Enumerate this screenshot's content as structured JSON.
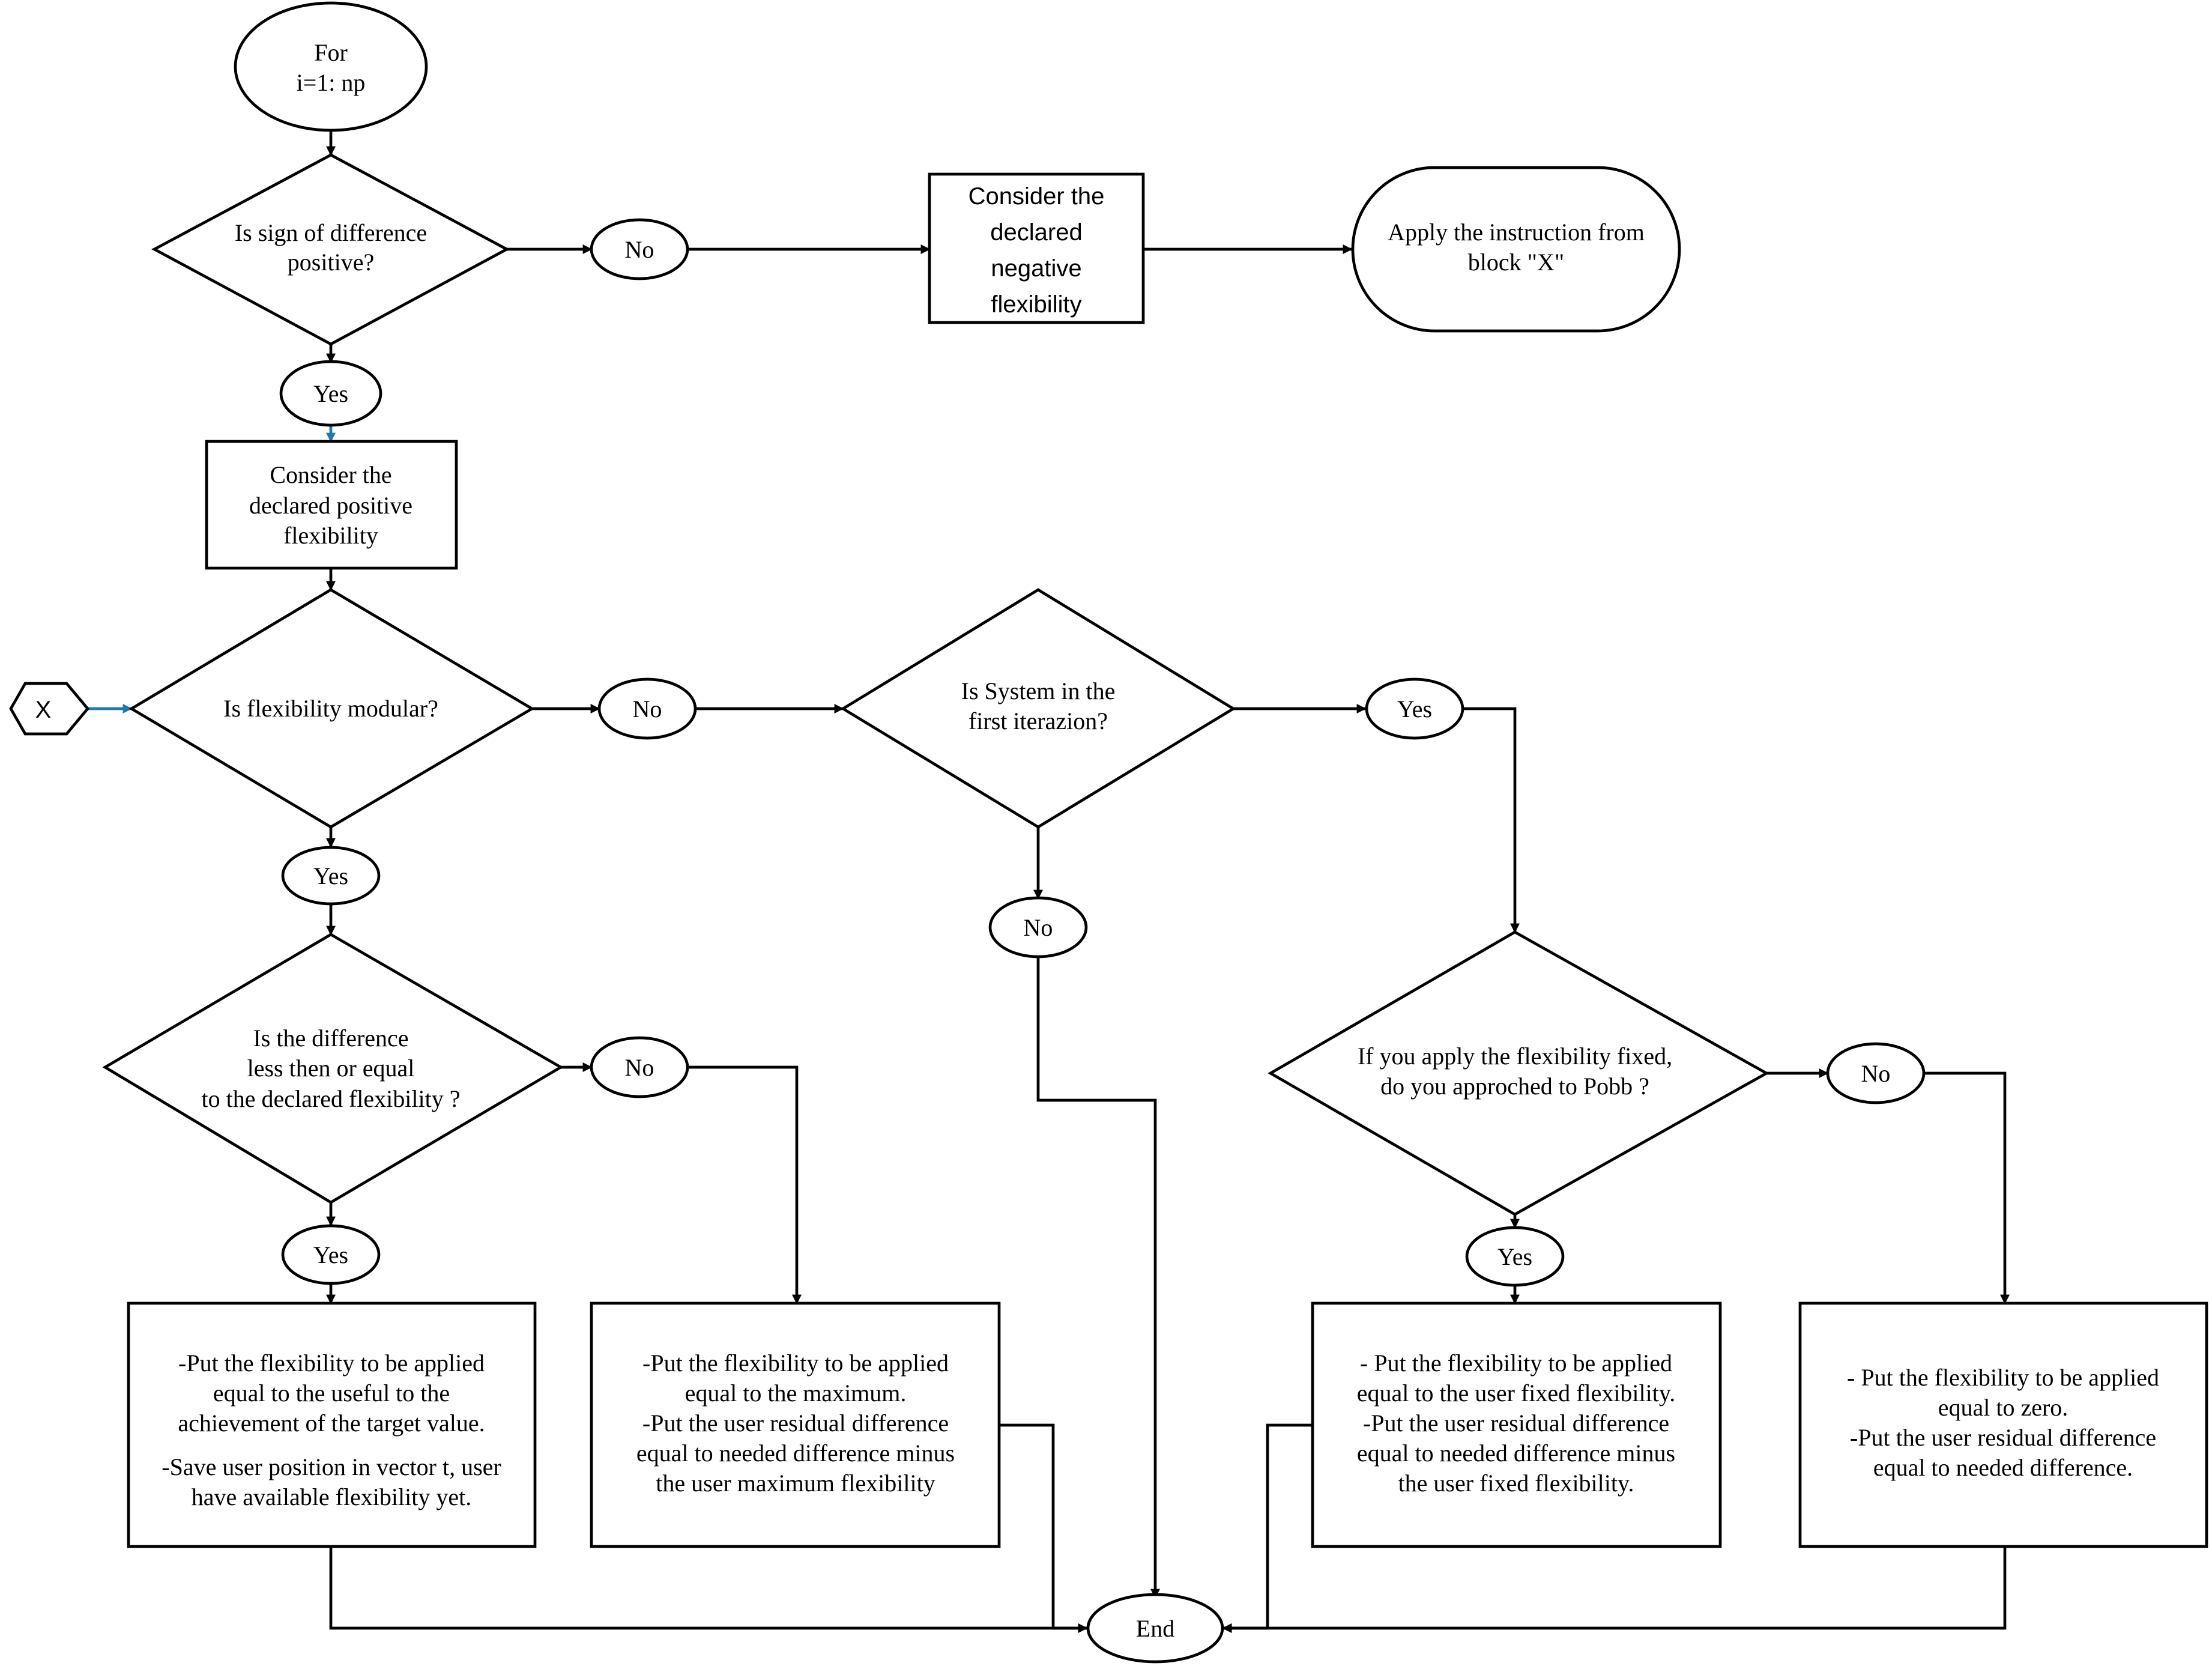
{
  "colors": {
    "stroke": "#000000",
    "fill": "#ffffff",
    "accent_arrow": "#1f77b4"
  },
  "nodes": {
    "start": [
      "For",
      "i=1: np"
    ],
    "q_sign": [
      "Is sign of difference",
      "positive?"
    ],
    "q_sign_no": [
      "No"
    ],
    "neg_flex": [
      "Consider the",
      "declared",
      "negative",
      "flexibility"
    ],
    "apply_x": [
      "Apply the instruction from",
      "block \"X\""
    ],
    "q_sign_yes": [
      "Yes"
    ],
    "pos_flex": [
      "Consider the",
      "declared positive",
      "flexibility"
    ],
    "connector_x": [
      "X"
    ],
    "q_modular": [
      "Is flexibility modular?"
    ],
    "q_modular_no": [
      "No"
    ],
    "q_first_iter": [
      "Is System in the",
      "first iterazion?"
    ],
    "q_first_iter_yes": [
      "Yes"
    ],
    "q_modular_yes": [
      "Yes"
    ],
    "q_first_iter_no": [
      "No"
    ],
    "q_less_equal": [
      "Is the difference",
      "less then or equal",
      "to the declared flexibility ?"
    ],
    "q_less_equal_no": [
      "No"
    ],
    "q_fixed": [
      "If you apply the flexibility fixed,",
      "do you approched to Pobb ?"
    ],
    "q_fixed_no": [
      "No"
    ],
    "q_less_equal_yes": [
      "Yes"
    ],
    "q_fixed_yes": [
      "Yes"
    ],
    "box_useful": [
      "-Put the flexibility to be applied",
      "equal to the useful to the",
      "achievement of the target value.",
      "-Save user position in vector t, user",
      "have available flexibility yet."
    ],
    "box_maximum": [
      "-Put the flexibility to be applied",
      "equal to the maximum.",
      "-Put the user residual difference",
      "equal to needed difference minus",
      "the user maximum flexibility"
    ],
    "box_fixed": [
      "- Put the flexibility to be applied",
      "equal to the user fixed flexibility.",
      "-Put the user residual difference",
      "equal to needed difference minus",
      "the user fixed flexibility."
    ],
    "box_zero": [
      "- Put the flexibility to be applied",
      "equal to zero.",
      "-Put the user residual difference",
      "equal to needed difference."
    ],
    "end": [
      "End"
    ]
  }
}
